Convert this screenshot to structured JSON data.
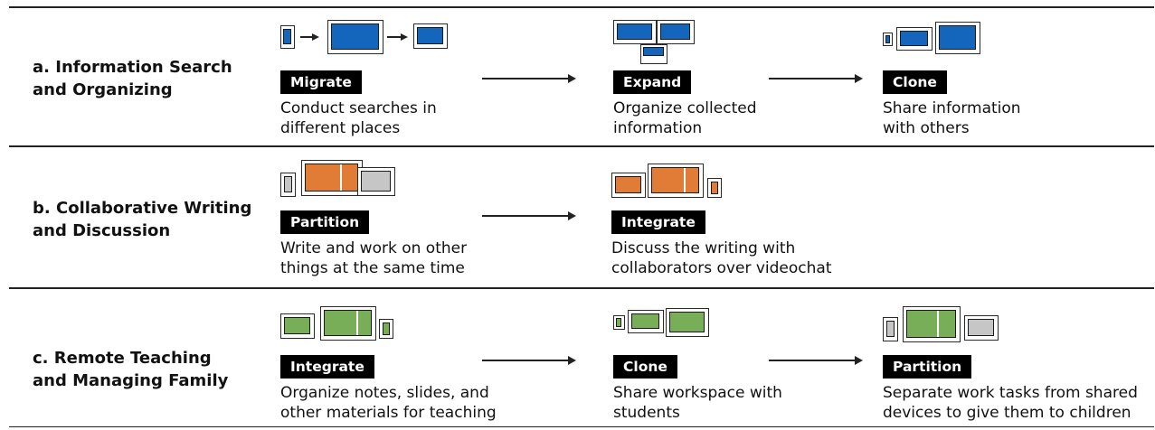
{
  "rows": [
    {
      "scenario": "a. Information Search\nand Organizing",
      "stages": [
        {
          "action": "Migrate",
          "description": "Conduct searches in\ndifferent places",
          "color": "#1466bc"
        },
        {
          "action": "Expand",
          "description": "Organize collected\ninformation",
          "color": "#1466bc"
        },
        {
          "action": "Clone",
          "description": "Share information\nwith others",
          "color": "#1466bc"
        }
      ]
    },
    {
      "scenario": "b. Collaborative Writing\nand Discussion",
      "stages": [
        {
          "action": "Partition",
          "description": "Write and work on other\nthings at the same time",
          "color": "#e07c36"
        },
        {
          "action": "Integrate",
          "description": "Discuss the writing with\ncollaborators over videochat",
          "color": "#e07c36"
        }
      ]
    },
    {
      "scenario": "c. Remote Teaching\nand Managing Family",
      "stages": [
        {
          "action": "Integrate",
          "description": "Organize notes, slides, and\nother materials for teaching",
          "color": "#79ae58"
        },
        {
          "action": "Clone",
          "description": "Share workspace with\nstudents",
          "color": "#79ae58"
        },
        {
          "action": "Partition",
          "description": "Separate work tasks from shared\ndevices to give them to children",
          "color": "#79ae58"
        }
      ]
    }
  ],
  "colors": {
    "blue": "#1466bc",
    "orange": "#e07c36",
    "green": "#79ae58",
    "gray": "#c6c6c6"
  }
}
